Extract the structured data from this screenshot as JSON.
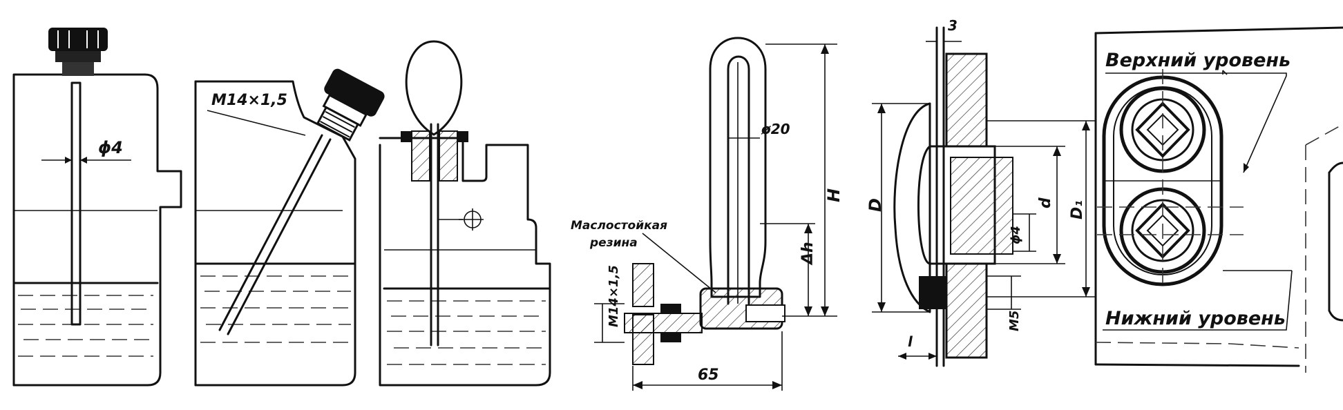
{
  "figure": {
    "labels": {
      "dipstick_diameter": "ϕ4",
      "thread_angled": "M14×1,5",
      "tube_diameter": "ø20",
      "height": "H",
      "delta_h": "Δh",
      "oil_resistant_rubber_line1": "Маслостойкая",
      "oil_resistant_rubber_line2": "резина",
      "thread_bottom": "M14×1,5",
      "length_65": "65",
      "dim_3": "3",
      "diameter_D": "D",
      "diameter_d": "d",
      "diameter_D1": "D₁",
      "phi_4": "ϕ4",
      "thread_M5": "M5",
      "dim_l": "l",
      "upper_level": "Верхний уровень",
      "lower_level": "Нижний уровень"
    }
  }
}
